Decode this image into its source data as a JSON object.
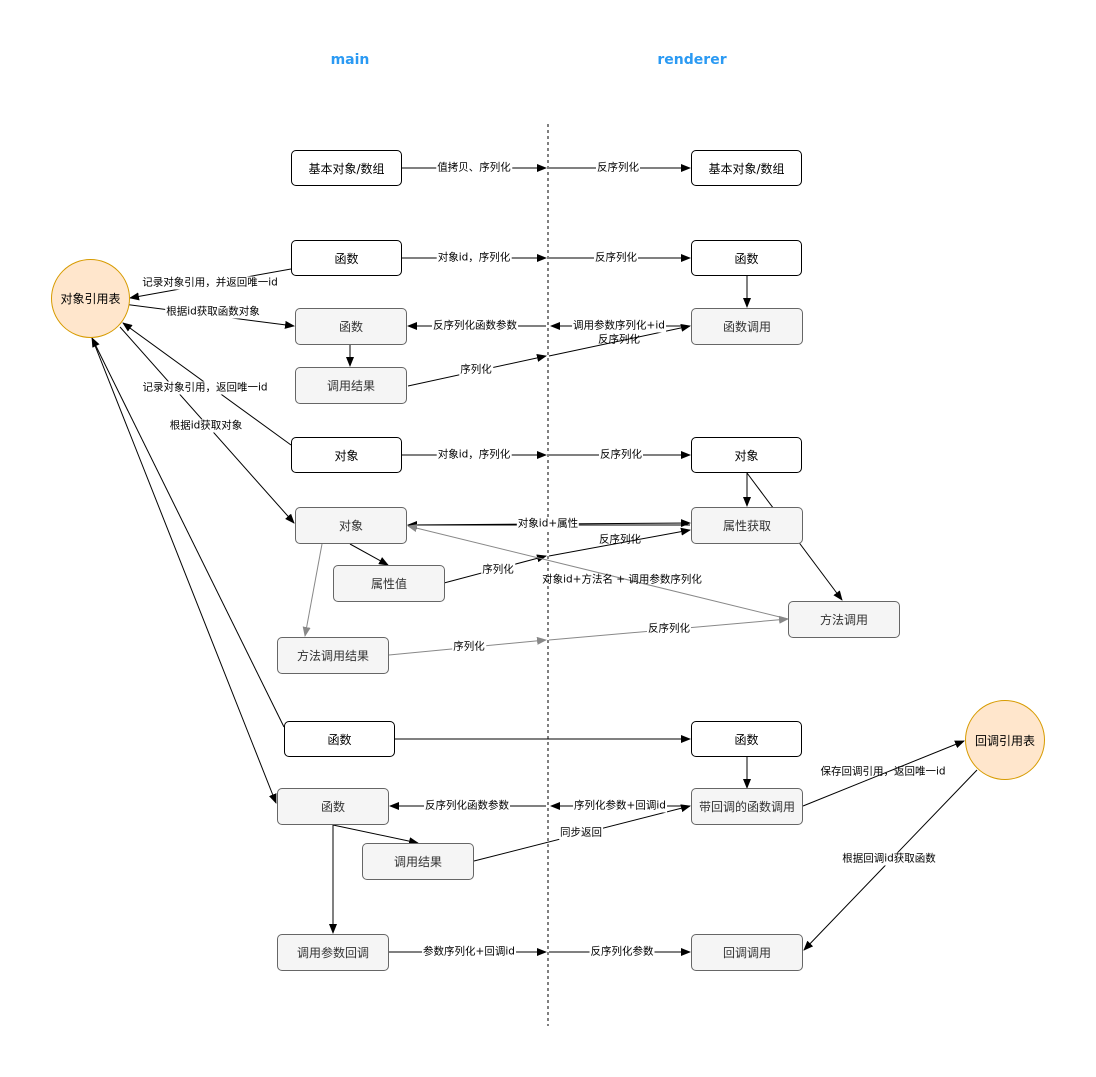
{
  "columns": {
    "main": "main",
    "renderer": "renderer"
  },
  "nodes": {
    "obj_ref_table": "对象引用表",
    "cb_ref_table": "回调引用表",
    "m_basic": "基本对象/数组",
    "r_basic": "基本对象/数组",
    "m_func1": "函数",
    "r_func1": "函数",
    "m_func_call": "函数",
    "r_func_call": "函数调用",
    "m_call_result": "调用结果",
    "m_obj": "对象",
    "r_obj": "对象",
    "m_obj2": "对象",
    "r_prop_get": "属性获取",
    "m_prop_val": "属性值",
    "r_method_call": "方法调用",
    "m_method_result": "方法调用结果",
    "m_func3": "函数",
    "r_func3": "函数",
    "m_func4": "函数",
    "r_cb_func_call": "带回调的函数调用",
    "m_call_result2": "调用结果",
    "m_cb_invoke": "调用参数回调",
    "r_cb_invoke": "回调调用"
  },
  "labels": {
    "l1a": "值拷贝、序列化",
    "l1b": "反序列化",
    "l2a": "对象id，序列化",
    "l2b": "反序列化",
    "l3": "记录对象引用，并返回唯一id",
    "l4": "根据id获取函数对象",
    "l5a": "反序列化函数参数",
    "l5b": "调用参数序列化+id",
    "l6a": "序列化",
    "l6b": "反序列化",
    "l7": "记录对象引用，返回唯一id",
    "l8": "根据id获取对象",
    "l9a": "对象id，序列化",
    "l9b": "反序列化",
    "l10": "对象id+属性",
    "l11a": "序列化",
    "l11b": "反序列化",
    "l12": "对象id+方法名 + 调用参数序列化",
    "l13a": "序列化",
    "l13b": "反序列化",
    "l14": "保存回调引用，返回唯一id",
    "l15a": "反序列化函数参数",
    "l15b": "序列化参数+回调id",
    "l16": "同步返回",
    "l17": "根据回调id获取函数",
    "l18a": "参数序列化+回调id",
    "l18b": "反序列化参数"
  },
  "colors": {
    "title": "#2b9af3",
    "circle_fill": "#ffe6cc",
    "circle_stroke": "#d79b00",
    "gray_fill": "#f5f5f5",
    "gray_stroke": "#666666",
    "gray_line": "#888888"
  }
}
